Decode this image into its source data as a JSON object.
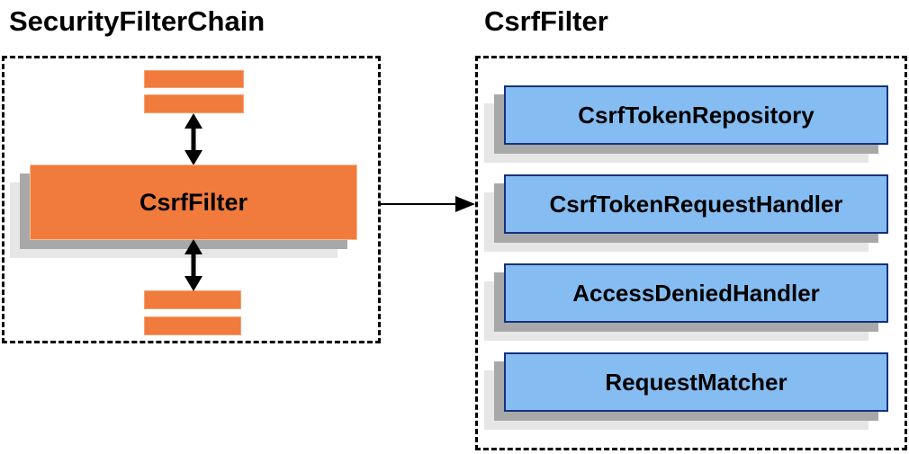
{
  "left_panel": {
    "title": "SecurityFilterChain",
    "csrf_filter_label": "CsrfFilter",
    "placeholder_filter_bar_count": 4
  },
  "right_panel": {
    "title": "CsrfFilter",
    "components": [
      {
        "label": "CsrfTokenRepository"
      },
      {
        "label": "CsrfTokenRequestHandler"
      },
      {
        "label": "AccessDeniedHandler"
      },
      {
        "label": "RequestMatcher"
      }
    ]
  },
  "colors": {
    "orange": "#F07B3C",
    "blue_fill": "#85BDF2",
    "blue_border": "#16317D",
    "shadow_dark": "#A8A8A8",
    "shadow_light": "#E6E6E6",
    "arrow": "#000000",
    "text": "#000000"
  }
}
